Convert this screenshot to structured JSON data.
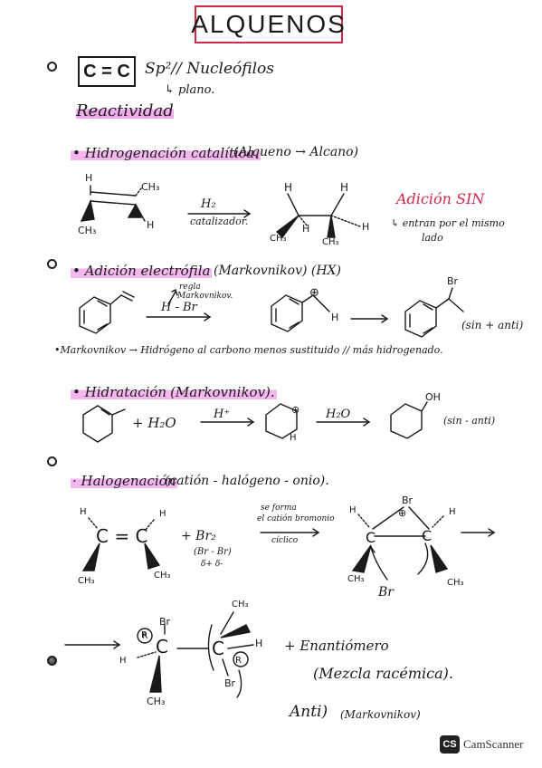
{
  "title": "ALQUENOS",
  "header": {
    "cc_box": "C = C",
    "sp2_note": "Sp²// Nucleófilos",
    "plano_note": "↳ plano.",
    "reactividad": "Reactividad"
  },
  "sections": [
    {
      "bullet": "• Hidrogenación catalítica.",
      "suffix": "(Alqueno → Alcano)",
      "arrow_top": "H₂",
      "arrow_bottom": "catalizador.",
      "labels": {
        "h1": "H",
        "ch3a": "CH₃",
        "ch3b": "CH₃",
        "h2": "H",
        "hp1": "H",
        "hp2": "H",
        "ch3p1": "CH₃",
        "ch3p2": "CH₃",
        "hp3": "H",
        "hp4": "H"
      },
      "side_title": "Adición SIN",
      "side_note_1": "↳ entran por el mismo",
      "side_note_2": "lado"
    },
    {
      "bullet": "• Adición electrófila",
      "suffix": "(Markovnikov) (HX)",
      "arrow_top": "H - Br",
      "arrow_note_1": "regla",
      "arrow_note_2": "Markovnikov.",
      "plus": "⊕",
      "h_label": "H",
      "br_label": "Br",
      "result": "(sin + anti)",
      "rule": "•Markovnikov → Hidrógeno al carbono menos sustituido // más hidrogenado."
    },
    {
      "bullet": "• Hidratación",
      "suffix": "(Markovnikov).",
      "plus_h2o": "+ H₂O",
      "arrow1_top": "H⁺",
      "arrow2_top": "H₂O",
      "plus": "⊕",
      "h_label": "H",
      "oh_label": "OH",
      "result": "(sin - anti)"
    },
    {
      "bullet": "· Halogenación",
      "suffix": "(catión - halógeno - onio).",
      "left_eq": "C = C",
      "plus_br2": "+ Br₂",
      "br_pol": "(Br - Br)",
      "br_charges": "δ+   δ-",
      "arrow_note_1": "se forma",
      "arrow_note_2": "el catión bromonio",
      "arrow_note_3": "cíclico",
      "h1": "H",
      "h2": "H",
      "ch3a": "CH₃",
      "ch3b": "CH₃",
      "ion_br": "Br",
      "ion_plus": "⊕",
      "ion_h1": "H",
      "ion_h2": "H",
      "ion_c1": "C",
      "ion_c2": "C",
      "ion_ch3a": "CH₃",
      "ion_ch3b": "CH₃",
      "br_attack": "Br"
    },
    {
      "r_label": "R",
      "br_top": "Br",
      "c_left": "C",
      "h_left": "H",
      "ch3_bottom": "CH₃",
      "ch3_top": "CH₃",
      "c_right": "C",
      "h_right": "H",
      "r_label_2": "R",
      "br_bottom": "Br",
      "plus_enantiomer": "+ Enantiómero",
      "mezcla": "(Mezcla racémica).",
      "anti": "Anti)",
      "markov": "(Markovnikov)"
    }
  ],
  "footer": {
    "logo": "CS",
    "brand": "CamScanner"
  }
}
